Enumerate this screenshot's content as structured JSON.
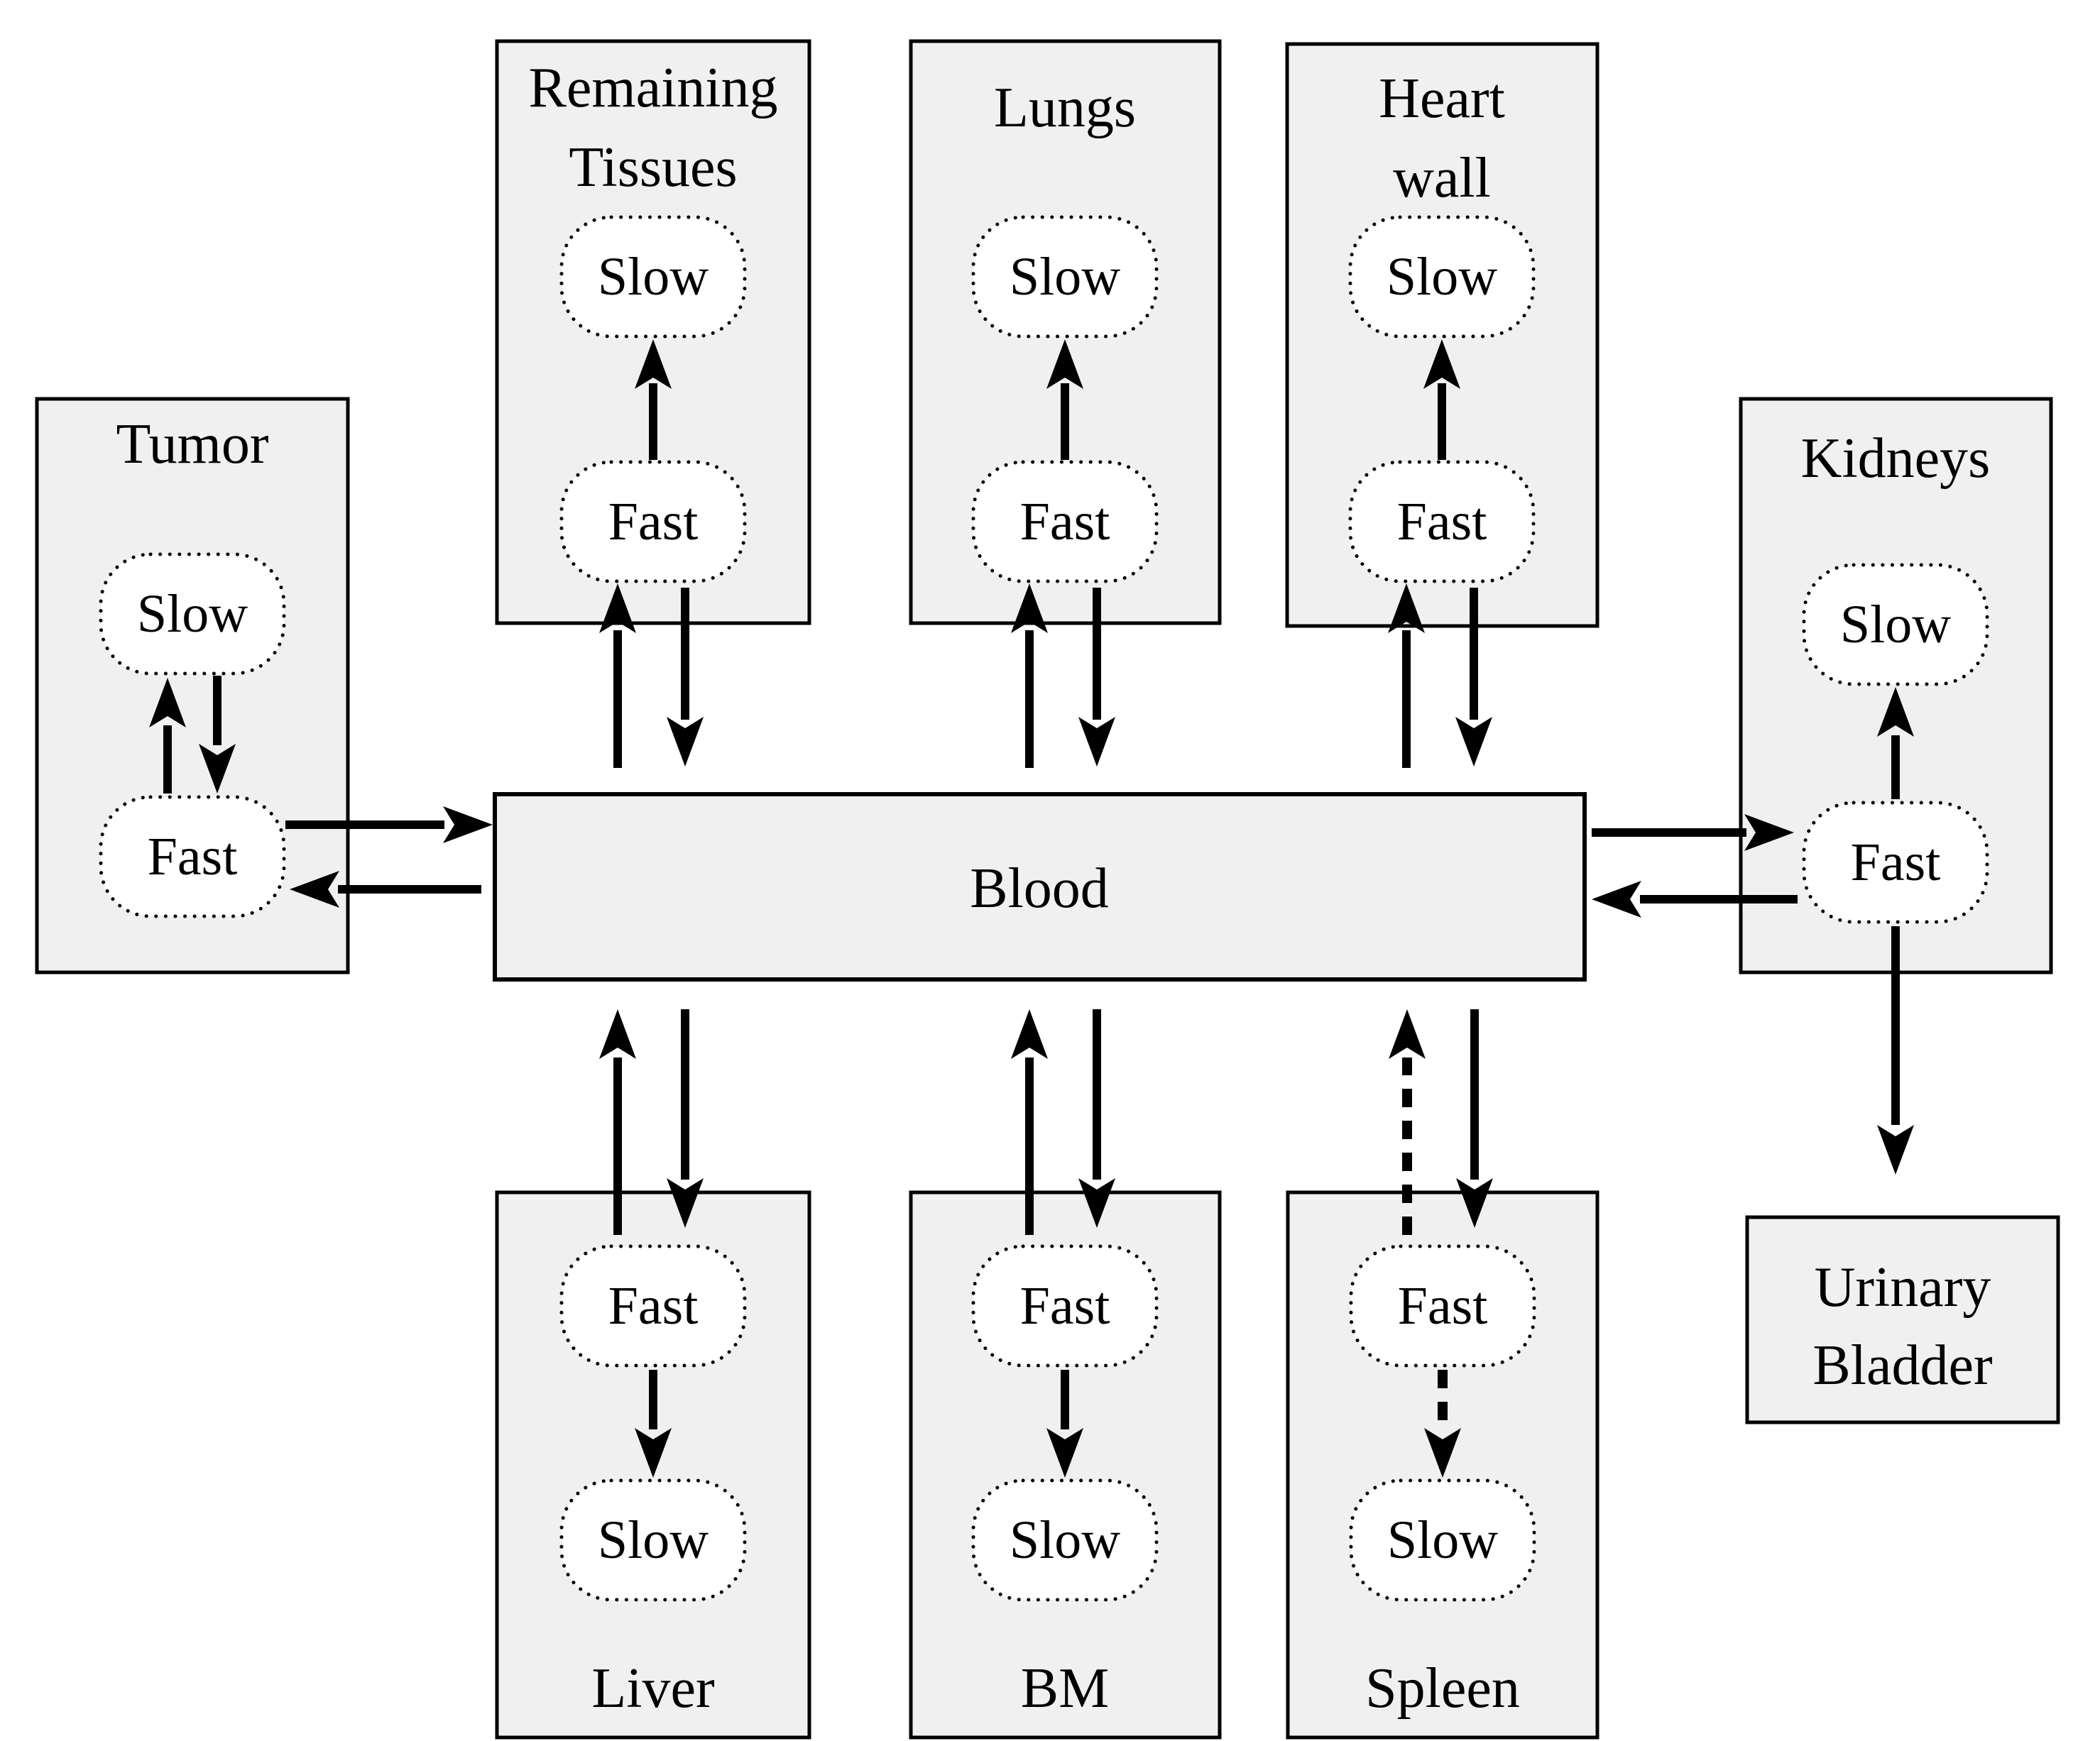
{
  "diagram_type": "compartment-model",
  "description_visible_text_only": true,
  "nodes": {
    "tumor": {
      "title": "Tumor",
      "slow": "Slow",
      "fast": "Fast"
    },
    "remaining_tissues": {
      "title_line1": "Remaining",
      "title_line2": "Tissues",
      "slow": "Slow",
      "fast": "Fast"
    },
    "lungs": {
      "title": "Lungs",
      "slow": "Slow",
      "fast": "Fast"
    },
    "heart_wall": {
      "title_line1": "Heart",
      "title_line2": "wall",
      "slow": "Slow",
      "fast": "Fast"
    },
    "kidneys": {
      "title": "Kidneys",
      "slow": "Slow",
      "fast": "Fast"
    },
    "blood": {
      "title": "Blood"
    },
    "liver": {
      "title": "Liver",
      "fast": "Fast",
      "slow": "Slow"
    },
    "bm": {
      "title": "BM",
      "fast": "Fast",
      "slow": "Slow"
    },
    "spleen": {
      "title": "Spleen",
      "fast": "Fast",
      "slow": "Slow"
    },
    "urinary_bladder": {
      "title_line1": "Urinary",
      "title_line2": "Bladder"
    }
  },
  "edges": [
    {
      "from": "remaining_tissues.fast",
      "to": "remaining_tissues.slow",
      "style": "solid"
    },
    {
      "from": "blood",
      "to": "remaining_tissues.fast",
      "style": "solid"
    },
    {
      "from": "remaining_tissues.fast",
      "to": "blood",
      "style": "solid"
    },
    {
      "from": "lungs.fast",
      "to": "lungs.slow",
      "style": "solid"
    },
    {
      "from": "blood",
      "to": "lungs.fast",
      "style": "solid"
    },
    {
      "from": "lungs.fast",
      "to": "blood",
      "style": "solid"
    },
    {
      "from": "heart_wall.fast",
      "to": "heart_wall.slow",
      "style": "solid"
    },
    {
      "from": "blood",
      "to": "heart_wall.fast",
      "style": "solid"
    },
    {
      "from": "heart_wall.fast",
      "to": "blood",
      "style": "solid"
    },
    {
      "from": "tumor.fast",
      "to": "tumor.slow",
      "style": "solid"
    },
    {
      "from": "tumor.slow",
      "to": "tumor.fast",
      "style": "solid"
    },
    {
      "from": "tumor.fast",
      "to": "blood",
      "style": "solid"
    },
    {
      "from": "blood",
      "to": "tumor.fast",
      "style": "solid"
    },
    {
      "from": "kidneys.fast",
      "to": "kidneys.slow",
      "style": "solid"
    },
    {
      "from": "blood",
      "to": "kidneys.fast",
      "style": "solid"
    },
    {
      "from": "kidneys.fast",
      "to": "blood",
      "style": "solid"
    },
    {
      "from": "kidneys.fast",
      "to": "urinary_bladder",
      "style": "solid"
    },
    {
      "from": "blood",
      "to": "liver.fast",
      "style": "solid"
    },
    {
      "from": "liver.fast",
      "to": "blood",
      "style": "solid"
    },
    {
      "from": "liver.fast",
      "to": "liver.slow",
      "style": "solid"
    },
    {
      "from": "blood",
      "to": "bm.fast",
      "style": "solid"
    },
    {
      "from": "bm.fast",
      "to": "blood",
      "style": "solid"
    },
    {
      "from": "bm.fast",
      "to": "bm.slow",
      "style": "solid"
    },
    {
      "from": "blood",
      "to": "spleen.fast",
      "style": "solid"
    },
    {
      "from": "spleen.fast",
      "to": "blood",
      "style": "dashed"
    },
    {
      "from": "spleen.fast",
      "to": "spleen.slow",
      "style": "dashed"
    }
  ],
  "colors": {
    "background": "#ffffff",
    "box_fill": "#f0f0f0",
    "box_stroke": "#000000",
    "compartment_fill": "#ffffff",
    "compartment_stroke": "#000000",
    "arrow": "#000000",
    "text": "#000000"
  }
}
